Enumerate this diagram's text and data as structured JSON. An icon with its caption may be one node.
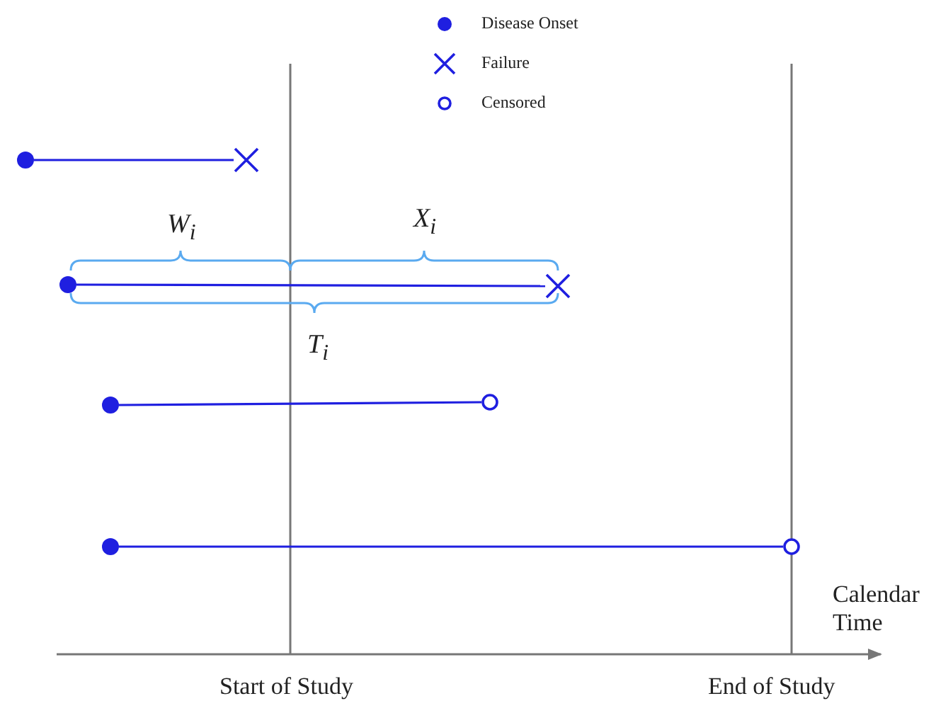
{
  "diagram": {
    "nodes": [
      {
        "text": [],
        "shape": "dot"
      },
      {
        "text": [],
        "shape": "cross"
      },
      {
        "text": [],
        "shape": "dot"
      },
      {
        "text": [],
        "shape": "cross"
      },
      {
        "text": [],
        "shape": "dot"
      },
      {
        "text": [],
        "shape": "circle"
      },
      {
        "text": [],
        "shape": "dot"
      },
      {
        "text": [],
        "shape": "circle"
      }
    ],
    "edges": [
      {
        "from": 0,
        "to": 1,
        "arrow": "none"
      },
      {
        "from": 2,
        "to": 3,
        "arrow": "none"
      },
      {
        "from": 4,
        "to": 5,
        "arrow": "none"
      },
      {
        "from": 6,
        "to": 7,
        "arrow": "none"
      }
    ],
    "labels": [
      "W$_{i}$",
      "X$_{i}$",
      "T$_{i}$",
      "Calendar Time",
      "Start of Study",
      "End of Study"
    ],
    "legend": [
      {
        "text": "Disease Onset"
      },
      {
        "text": "Failure"
      },
      {
        "text": "Censored"
      }
    ]
  }
}
